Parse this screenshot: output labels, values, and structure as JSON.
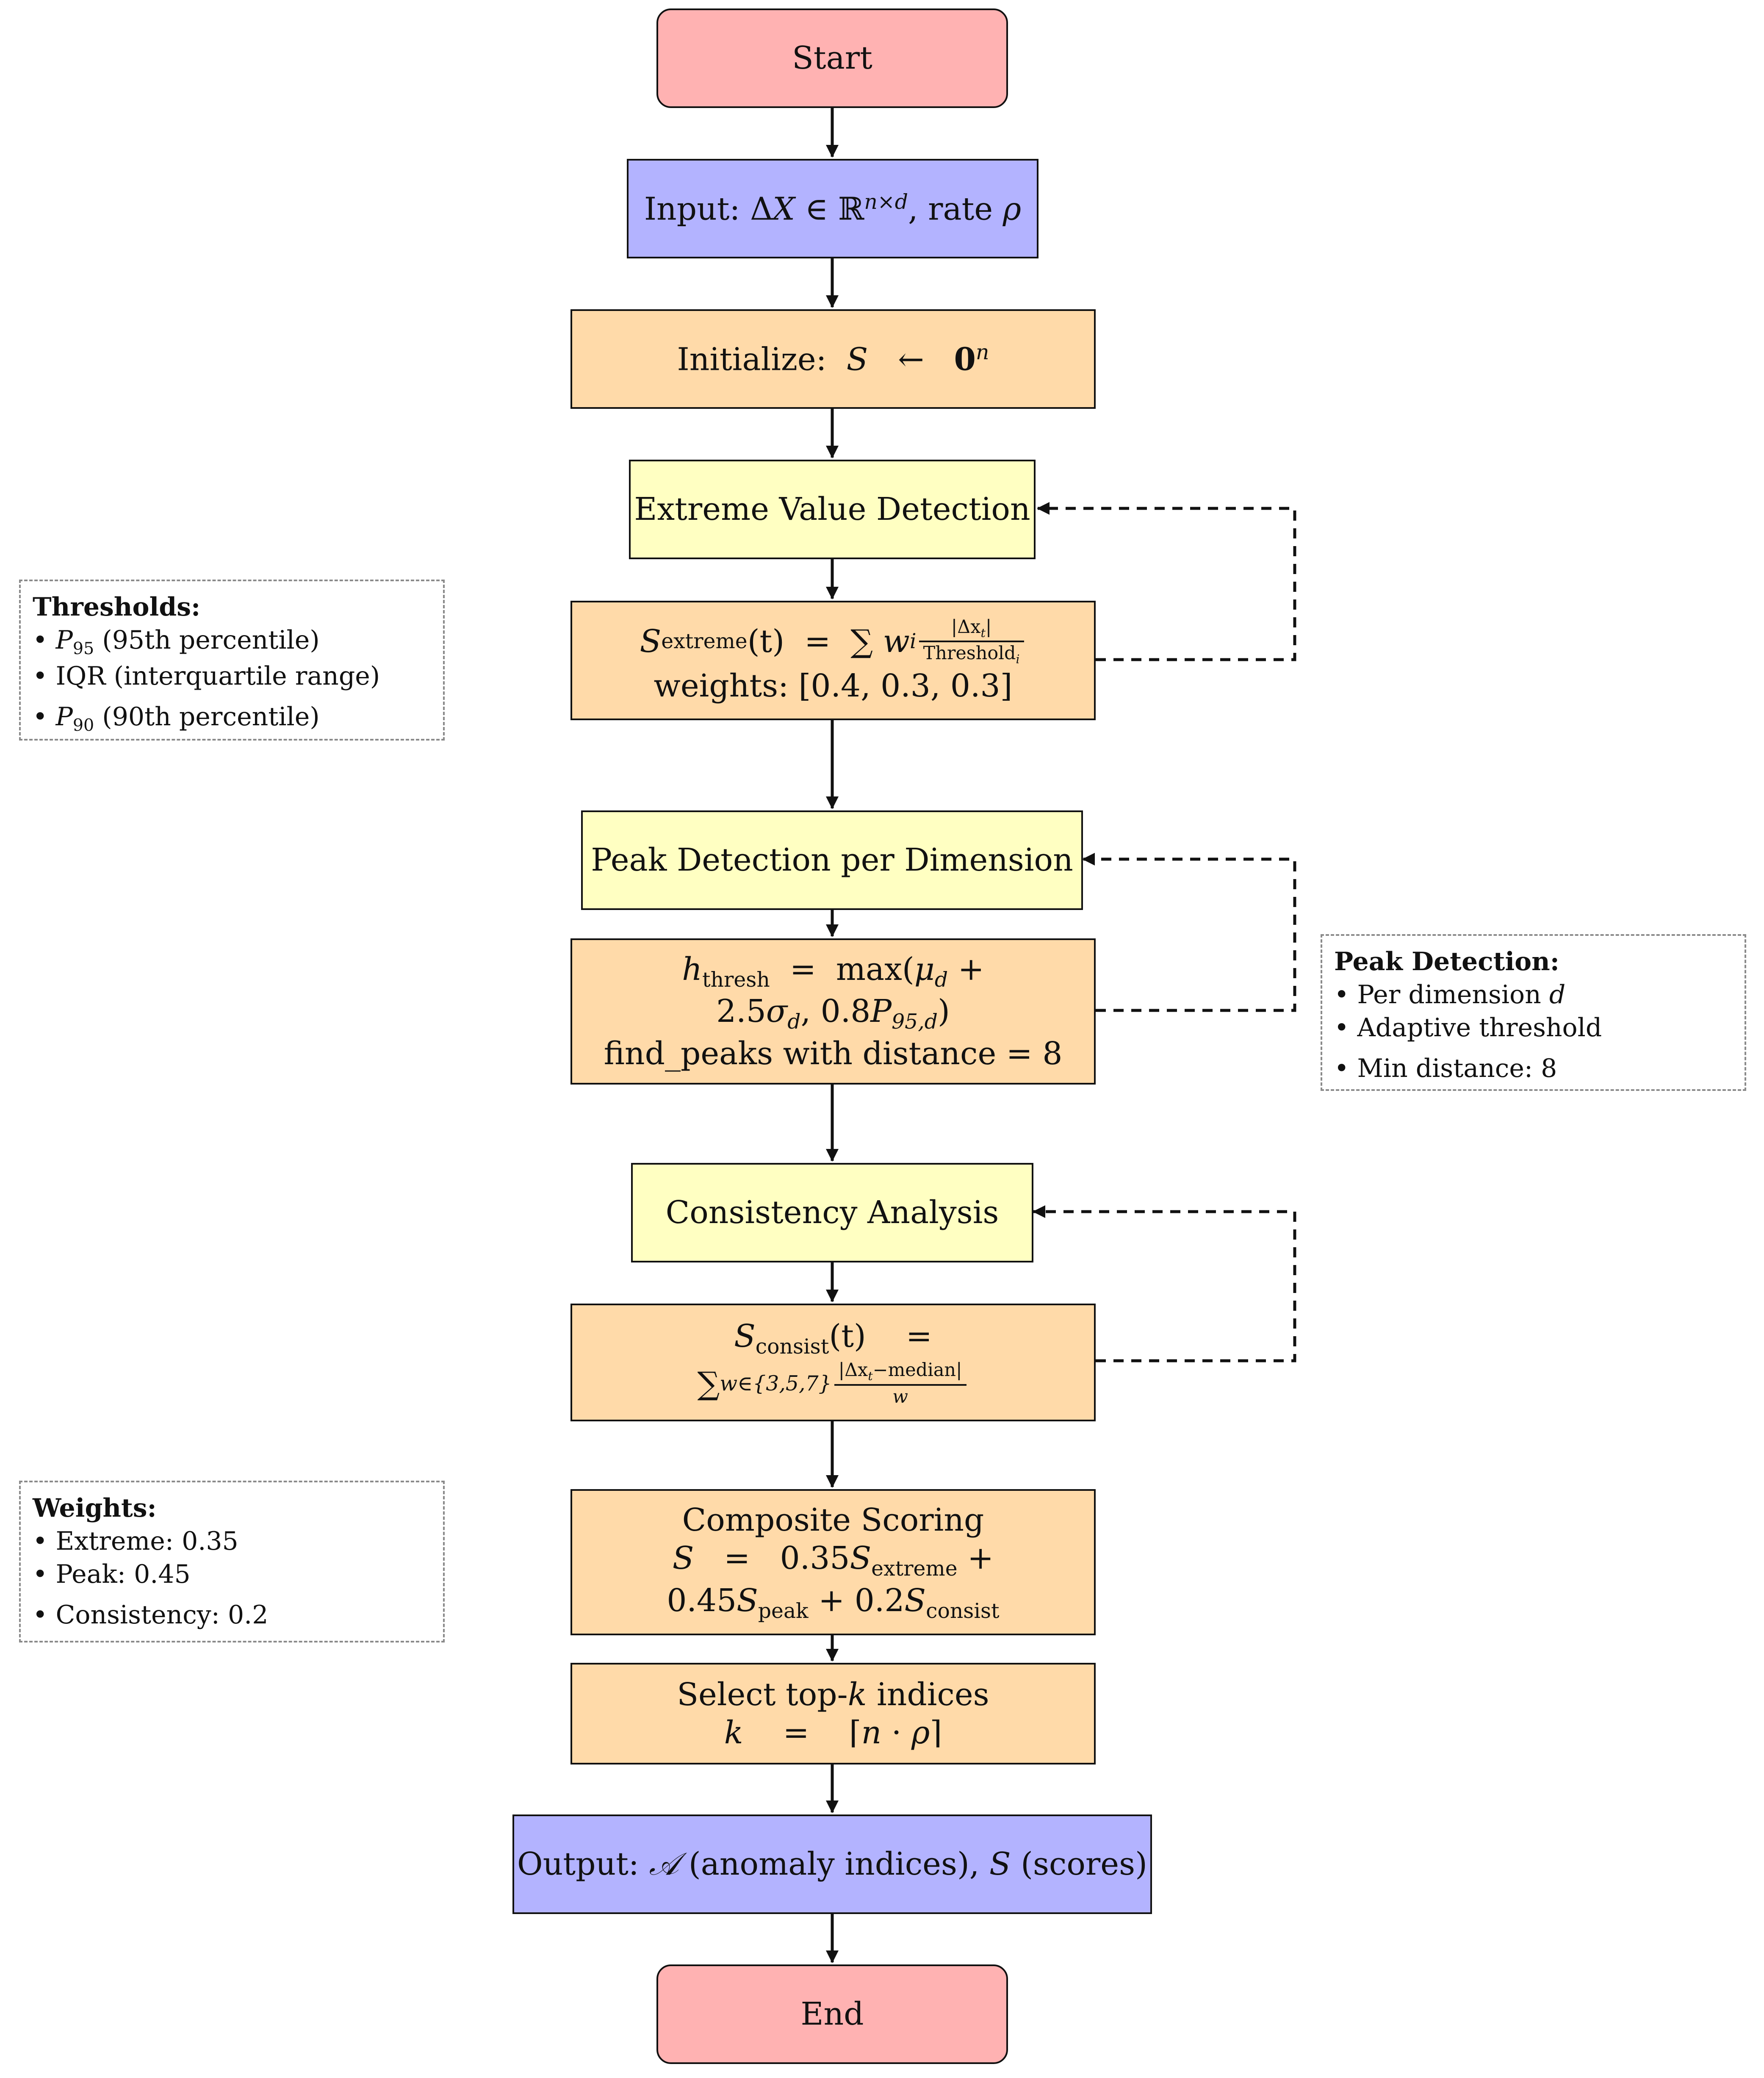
{
  "nodes": {
    "start": "Start",
    "input": {
      "prefix": "Input: ",
      "delta": "Δ",
      "var": "X",
      "in": " ∈ ",
      "reals": "ℝ",
      "dims": "n×d",
      "rate": ", rate ",
      "rho": "ρ"
    },
    "initialize": {
      "label": "Initialize:",
      "var": "S",
      "arrow": "←",
      "zero": "0",
      "exp": "n"
    },
    "extreme_stage": "Extreme Value Detection",
    "extreme_formula": {
      "s": "S",
      "sub": "extreme",
      "t": "(t)",
      "eq": "=",
      "sum": "∑",
      "w": "w",
      "i": "i",
      "num": "|Δx",
      "num_sub": "t",
      "num_end": "|",
      "den": "Threshold",
      "den_sub": "i",
      "weights": "weights:  [0.4, 0.3, 0.3]"
    },
    "peak_stage": "Peak Detection per Dimension",
    "peak_formula": {
      "h": "h",
      "h_sub": "thresh",
      "eq": "=",
      "max": "max(",
      "mu": "μ",
      "mu_sub": "d",
      "plus": "+",
      "coef": "2.5",
      "sigma": "σ",
      "sigma_sub": "d",
      "comma": ", 0.8",
      "p": "P",
      "p_sub": "95,d",
      "close": ")",
      "find": "find_peaks with distance = 8"
    },
    "consist_stage": "Consistency Analysis",
    "consist_formula": {
      "s": "S",
      "sub": "consist",
      "t": "(t)",
      "eq": "=",
      "sum": "∑",
      "sum_sub": "w∈{3,5,7}",
      "num": "|Δx",
      "num_sub": "t",
      "num_end": "−median|",
      "den": "w"
    },
    "composite": {
      "title": "Composite Scoring",
      "s": "S",
      "eq": "=",
      "c1": "0.35",
      "s1": "S",
      "s1_sub": "extreme",
      "plus": "+",
      "c2": "0.45",
      "s2": "S",
      "s2_sub": "peak",
      "plus2": "+ 0.2",
      "s3": "S",
      "s3_sub": "consist"
    },
    "select": {
      "pre": "Select top-",
      "k": "k",
      "post": " indices",
      "k2": "k",
      "eq": "=",
      "ceil_l": "⌈",
      "n": "n",
      "dot": " · ",
      "rho": "ρ",
      "ceil_r": "⌉"
    },
    "output": {
      "prefix": "Output: ",
      "a": "𝒜",
      "mid": " (anomaly indices), ",
      "s": "S",
      "end": " (scores)"
    },
    "end": "End"
  },
  "notes": {
    "thresholds": {
      "title": "Thresholds:",
      "p95": "P",
      "p95_sub": "95",
      "p95_text": " (95th percentile)",
      "iqr": "IQR (interquartile range)",
      "p90": "P",
      "p90_sub": "90",
      "p90_text": " (90th percentile)"
    },
    "peak": {
      "title": "Peak Detection:",
      "item1": "Per dimension ",
      "item1_var": "d",
      "item2": "Adaptive threshold",
      "item3": "Min distance:  8"
    },
    "weights": {
      "title": "Weights:",
      "item1": "Extreme:  0.35",
      "item2": "Peak:  0.45",
      "item3": "Consistency:  0.2"
    }
  },
  "colors": {
    "terminal": "#ffb2b2",
    "io": "#b3b3ff",
    "process": "#ffdaa9",
    "stage": "#ffffc2",
    "arrow": "#111111",
    "note_border": "#8a8a8a"
  }
}
